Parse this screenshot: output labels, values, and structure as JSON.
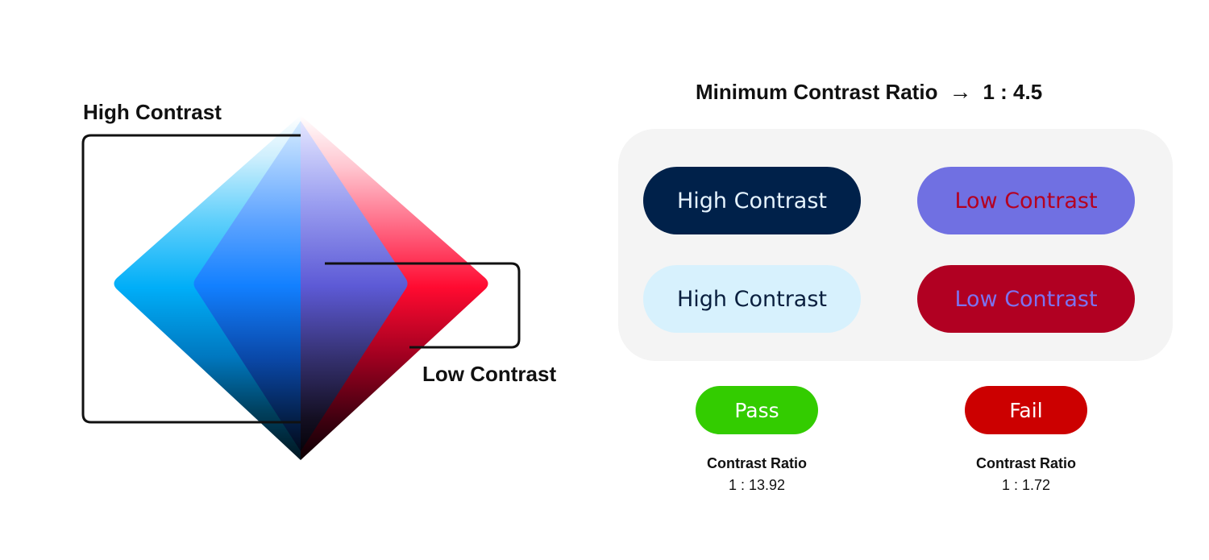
{
  "diagram": {
    "high_label": "High Contrast",
    "low_label": "Low Contrast"
  },
  "header": {
    "title": "Minimum Contrast Ratio",
    "arrow": "→",
    "ratio": "1 : 4.5"
  },
  "examples": [
    {
      "label": "High Contrast",
      "bg": "#00214a",
      "fg": "#e6f4ff"
    },
    {
      "label": "Low Contrast",
      "bg": "#7070e2",
      "fg": "#b50020"
    },
    {
      "label": "High Contrast",
      "bg": "#d7f1fd",
      "fg": "#0a1f3f"
    },
    {
      "label": "Low Contrast",
      "bg": "#b10022",
      "fg": "#7c72f0"
    }
  ],
  "results": {
    "pass": {
      "label": "Pass",
      "color": "#33cc00",
      "ratio_label": "Contrast Ratio",
      "ratio_value": "1 : 13.92"
    },
    "fail": {
      "label": "Fail",
      "color": "#cc0000",
      "ratio_label": "Contrast Ratio",
      "ratio_value": "1 : 1.72"
    }
  }
}
